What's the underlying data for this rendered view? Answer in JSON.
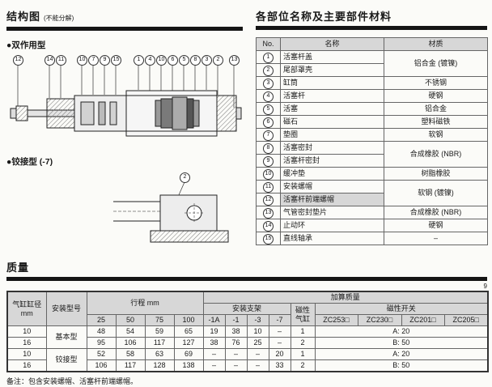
{
  "page": {
    "page_number": "9"
  },
  "structure_section": {
    "title": "结构图",
    "title_note": "(不能分解)",
    "double_acting_label": "●双作用型",
    "hinge_label": "●铰接型 (-7)",
    "main_callouts": [
      "12",
      "14",
      "11",
      "10",
      "7",
      "9",
      "15",
      "1",
      "4",
      "10",
      "6",
      "5",
      "8",
      "3",
      "2",
      "13"
    ],
    "hinge_callout": "2"
  },
  "parts_section": {
    "title": "各部位名称及主要部件材料",
    "headers": {
      "no": "No.",
      "name": "名称",
      "material": "材质"
    },
    "rows": [
      {
        "no": "1",
        "name": "活塞杆盖",
        "material": "铝合金 (镀镍)"
      },
      {
        "no": "2",
        "name": "尾部罩壳"
      },
      {
        "no": "3",
        "name": "缸筒",
        "material": "不锈钢"
      },
      {
        "no": "4",
        "name": "活塞杆",
        "material": "硬钢"
      },
      {
        "no": "5",
        "name": "活塞",
        "material": "铝合金"
      },
      {
        "no": "6",
        "name": "磁石",
        "material": "塑料磁铁"
      },
      {
        "no": "7",
        "name": "垫圈",
        "material": "软钢"
      },
      {
        "no": "8",
        "name": "活塞密封",
        "material": "合成橡胶 (NBR)"
      },
      {
        "no": "9",
        "name": "活塞杆密封"
      },
      {
        "no": "10",
        "name": "缓冲垫",
        "material": "树脂橡胶"
      },
      {
        "no": "11",
        "name": "安装螺帽",
        "material": "软钢 (镀镍)"
      },
      {
        "no": "12",
        "name": "活塞杆前端螺帽"
      },
      {
        "no": "13",
        "name": "气管密封垫片",
        "material": "合成橡胶 (NBR)"
      },
      {
        "no": "14",
        "name": "止动环",
        "material": "硬钢"
      },
      {
        "no": "15",
        "name": "直线轴承",
        "material": "–"
      }
    ]
  },
  "mass_section": {
    "title": "质量",
    "headers": {
      "bore_line1": "气缸缸径",
      "bore_line2": "mm",
      "mount": "安装型号",
      "stroke": "行程 mm",
      "stroke_cols": [
        "25",
        "50",
        "75",
        "100"
      ],
      "added_mass": "加算质量",
      "bracket": "安装支架",
      "bracket_cols": [
        "-1A",
        "-1",
        "-3",
        "-7"
      ],
      "magnet_line1": "磁性",
      "magnet_line2": "气缸",
      "switch": "磁性开关",
      "switch_cols": [
        "ZC253□",
        "ZC230□",
        "ZC201□",
        "ZC205□"
      ]
    },
    "rows": [
      {
        "bore": "10",
        "mount": "基本型",
        "strokes": [
          "48",
          "54",
          "59",
          "65"
        ],
        "brackets": [
          "19",
          "38",
          "10",
          "–"
        ],
        "magnet": "1",
        "switch": "A: 20"
      },
      {
        "bore": "16",
        "strokes": [
          "95",
          "106",
          "117",
          "127"
        ],
        "brackets": [
          "38",
          "76",
          "25",
          "–"
        ],
        "magnet": "2",
        "switch": "B: 50"
      },
      {
        "bore": "10",
        "mount": "铰接型",
        "strokes": [
          "52",
          "58",
          "63",
          "69"
        ],
        "brackets": [
          "–",
          "–",
          "–",
          "20"
        ],
        "magnet": "1",
        "switch": "A: 20"
      },
      {
        "bore": "16",
        "strokes": [
          "106",
          "117",
          "128",
          "138"
        ],
        "brackets": [
          "–",
          "–",
          "–",
          "33"
        ],
        "magnet": "2",
        "switch": "B: 50"
      }
    ],
    "note": "备注：包含安装螺帽、活塞杆前端螺帽。"
  }
}
